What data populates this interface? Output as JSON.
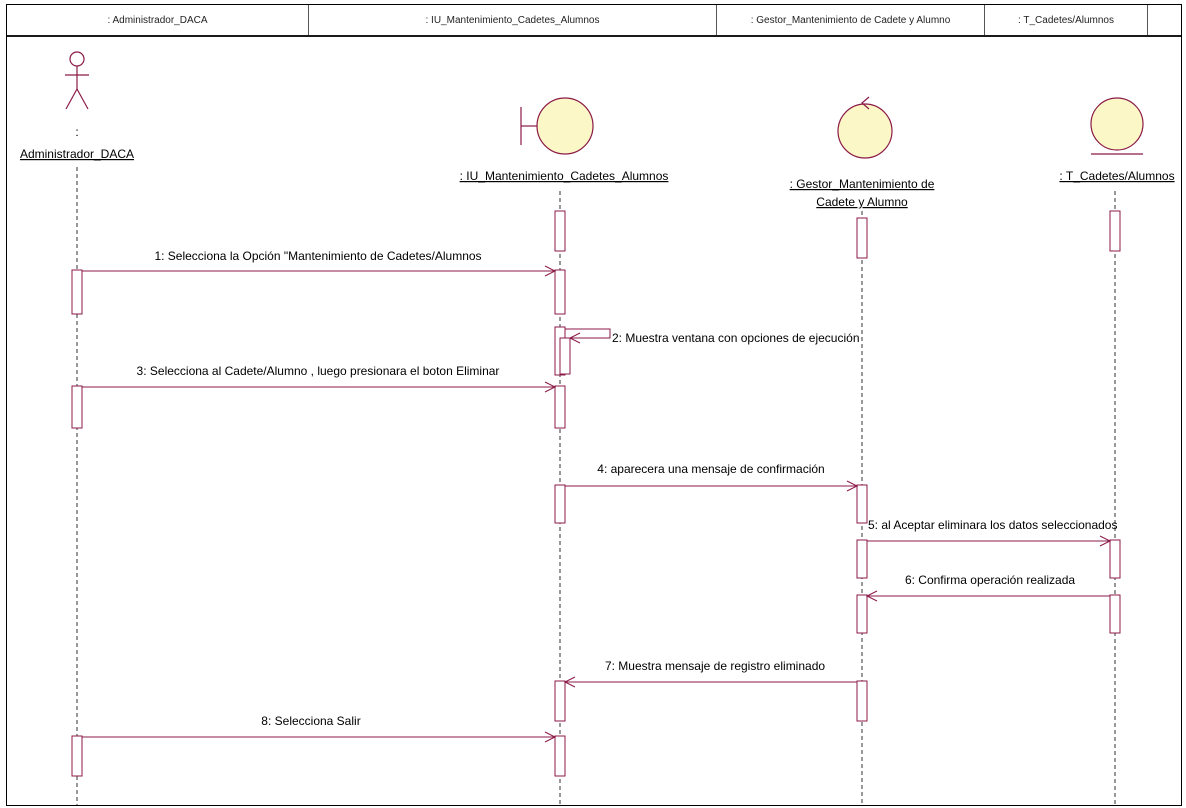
{
  "header": {
    "columns": [
      ": Administrador_DACA",
      ": IU_Mantenimiento_Cadetes_Alumnos",
      ": Gestor_Mantenimiento de Cadete y Alumno",
      ": T_Cadetes/Alumnos",
      ""
    ]
  },
  "participants": {
    "actor": {
      "dot": ":",
      "name": "Administrador_DACA"
    },
    "boundary": {
      "name": ": IU_Mantenimiento_Cadetes_Alumnos"
    },
    "control": {
      "name_line1": ": Gestor_Mantenimiento de",
      "name_line2": "Cadete y Alumno"
    },
    "entity": {
      "name": ": T_Cadetes/Alumnos"
    }
  },
  "messages": [
    {
      "label": "1: Selecciona la Opción \"Mantenimiento de Cadetes/Alumnos"
    },
    {
      "label": "2: Muestra ventana con opciones de ejecución"
    },
    {
      "label": "3: Selecciona al Cadete/Alumno , luego presionara el boton Eliminar"
    },
    {
      "label": "4: aparecera una mensaje de confirmación"
    },
    {
      "label": "5: al Aceptar eliminara los datos seleccionados"
    },
    {
      "label": "6: Confirma operación realizada"
    },
    {
      "label": "7: Muestra mensaje de registro eliminado"
    },
    {
      "label": "8: Selecciona Salir"
    }
  ],
  "colors": {
    "line": "#8b1a47",
    "symbol_fill": "#fbf7c6",
    "symbol_stroke": "#8b1a47",
    "text": "#000000"
  }
}
